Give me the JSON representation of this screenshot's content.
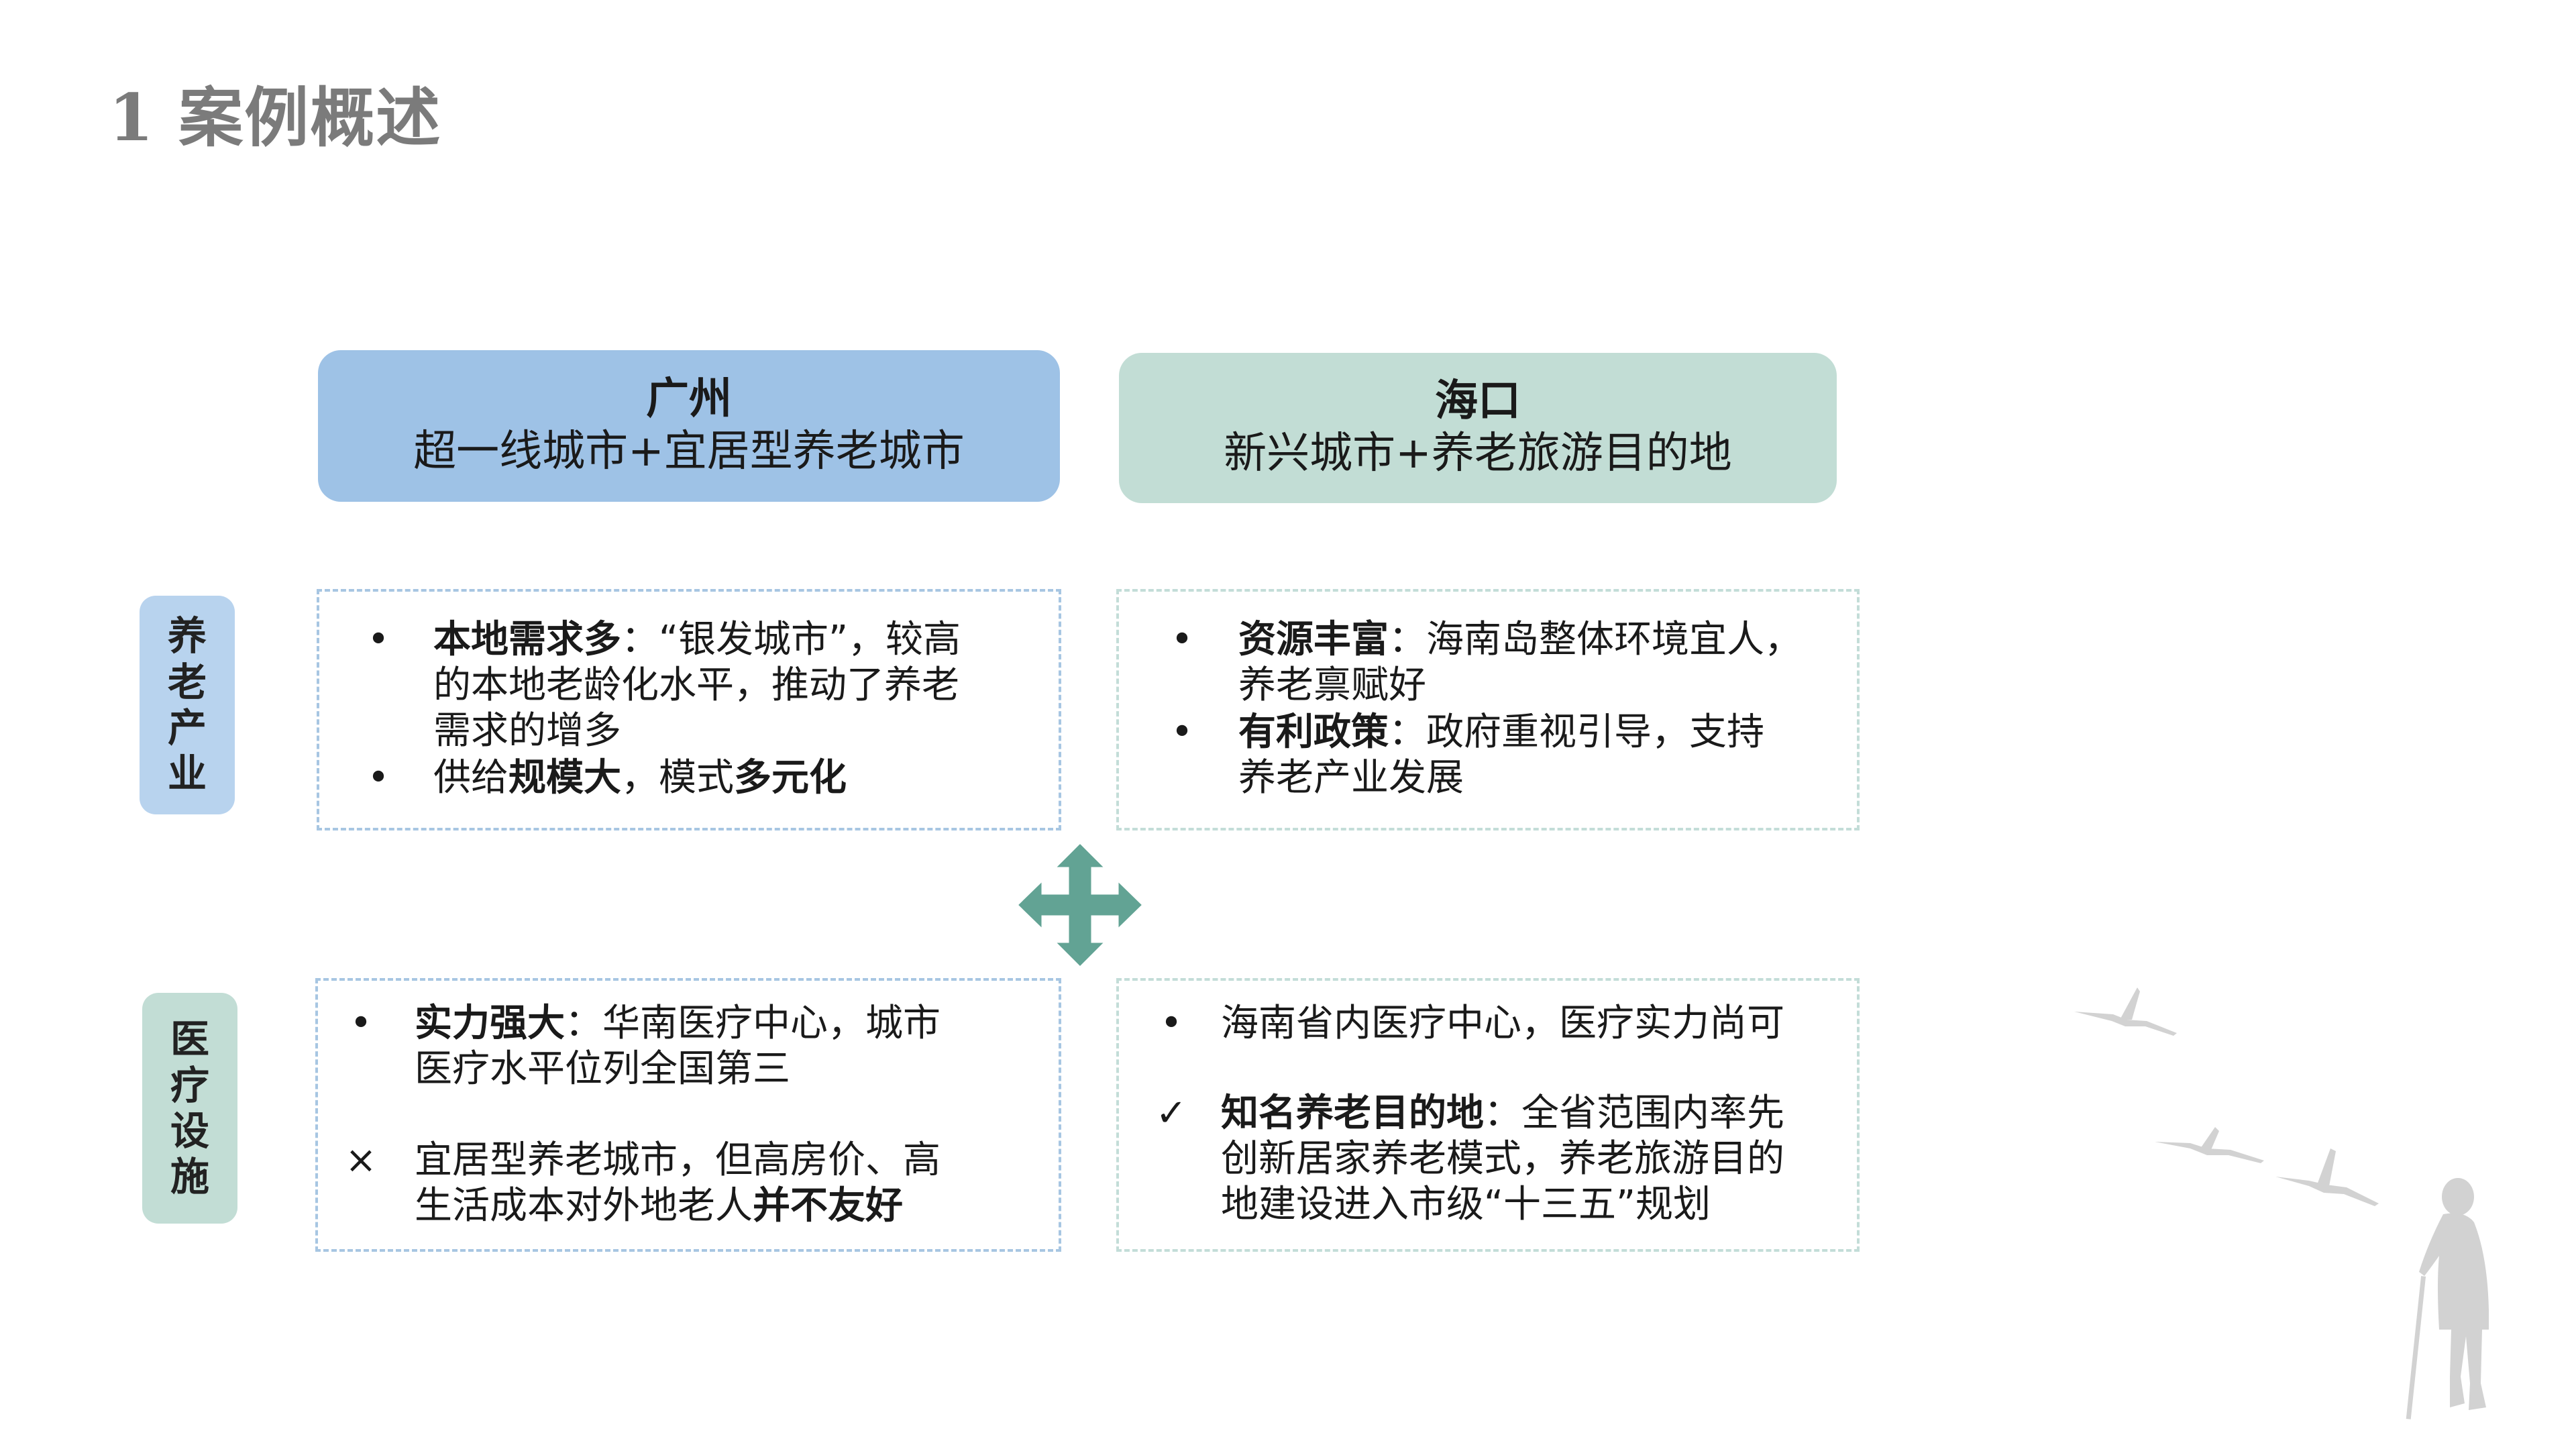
{
  "title": "1 案例概述",
  "cities": {
    "guangzhou": {
      "name": "广州",
      "subtitle": "超一线城市+宜居型养老城市"
    },
    "haikou": {
      "name": "海口",
      "subtitle": "新兴城市+养老旅游目的地"
    }
  },
  "row_labels": {
    "elderly_industry": [
      "养",
      "老",
      "产",
      "业"
    ],
    "medical": [
      "医",
      "疗",
      "设",
      "施"
    ]
  },
  "guangzhou_industry": {
    "item1": {
      "bullet": "•",
      "bold": "本地需求多",
      "text": "：“银发城市”，较高的本地老龄化水平，推动了养老需求的增多"
    },
    "item2": {
      "bullet": "•",
      "pre": "供给",
      "bold1": "规模大",
      "mid": "，模式",
      "bold2": "多元化"
    }
  },
  "haikou_industry": {
    "item1": {
      "bullet": "•",
      "bold": "资源丰富",
      "text": "：海南岛整体环境宜人，养老禀赋好"
    },
    "item2": {
      "bullet": "•",
      "bold": "有利政策",
      "text": "：政府重视引导，支持养老产业发展"
    }
  },
  "guangzhou_medical": {
    "item1": {
      "bullet": "•",
      "bold": "实力强大",
      "text": "：华南医疗中心，城市医疗水平位列全国第三"
    },
    "item2": {
      "bullet": "×",
      "text": "宜居型养老城市，但高房价、高生活成本对外地老人",
      "bold": "并不友好"
    }
  },
  "haikou_medical": {
    "item1": {
      "bullet": "•",
      "text": "海南省内医疗中心，医疗实力尚可"
    },
    "item2": {
      "bullet": "✓",
      "bold": "知名养老目的地",
      "text": "：全省范围内率先创新居家养老模式，养老旅游目的地建设进入市级“十三五”规划"
    }
  },
  "colors": {
    "title": "#7b7b7b",
    "guangzhou_header": "#9ec2e6",
    "haikou_header": "#c2ddd5",
    "label_blue": "#b8d3ee",
    "label_green": "#c2ddd5",
    "compass": "#62a394",
    "silhouette": "#d2d2d2"
  },
  "icons": {
    "compass": "four-way-arrow-icon",
    "birds": "crane-silhouette-icon",
    "person": "elderly-person-silhouette-icon"
  }
}
